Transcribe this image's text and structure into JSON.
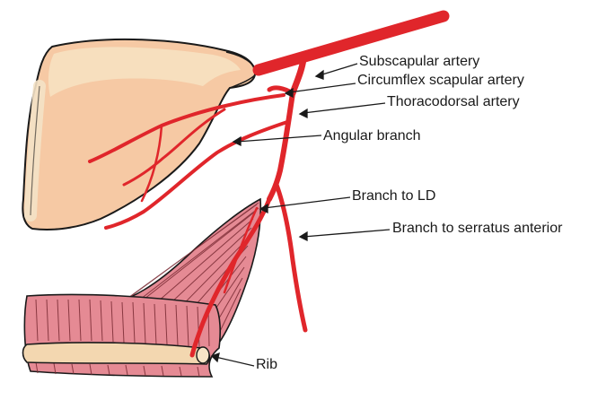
{
  "diagram": {
    "labels": {
      "subscapular": "Subscapular artery",
      "circumflex": "Circumflex scapular artery",
      "thoracodorsal": "Thoracodorsal artery",
      "angular": "Angular branch",
      "branch_ld": "Branch to LD",
      "serratus": "Branch to serratus anterior",
      "rib": "Rib"
    },
    "colors": {
      "artery": "#e0262b",
      "scapula_fill": "#f6c9a4",
      "scapula_highlight": "#f4e2c6",
      "muscle_fill": "#e58a94",
      "muscle_stripe": "#7a2a33",
      "rib_fill": "#f3d7b0",
      "outline": "#1a1a1a"
    }
  }
}
